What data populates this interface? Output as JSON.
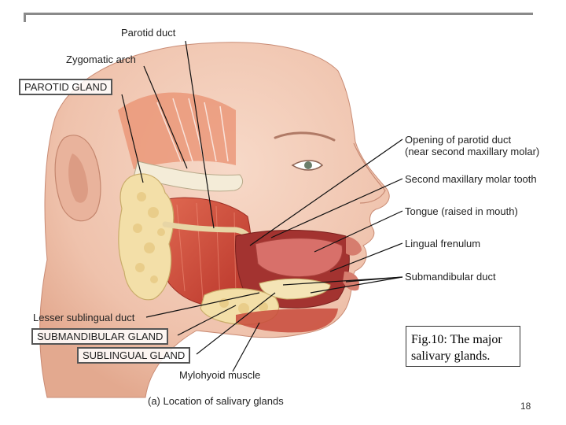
{
  "labels": {
    "parotid_duct": "Parotid duct",
    "zygomatic_arch": "Zygomatic arch",
    "parotid_gland": "PAROTID GLAND",
    "opening_parotid_1": "Opening of parotid duct",
    "opening_parotid_2": "(near second maxillary molar)",
    "second_molar": "Second maxillary molar tooth",
    "tongue": "Tongue (raised in mouth)",
    "lingual_frenulum": "Lingual frenulum",
    "submandibular_duct": "Submandibular duct",
    "lesser_sublingual_duct": "Lesser sublingual duct",
    "submandibular_gland": "SUBMANDIBULAR GLAND",
    "sublingual_gland": "SUBLINGUAL GLAND",
    "mylohyoid_muscle": "Mylohyoid muscle"
  },
  "caption": "(a) Location of salivary glands",
  "figure_note": {
    "line1": "Fig.10: The major",
    "line2": "salivary glands."
  },
  "page_number": "18",
  "colors": {
    "skin": "#f0c6b2",
    "muscle": "#d2503f",
    "gland": "#f3dfa8",
    "leader_line": "#111111"
  }
}
